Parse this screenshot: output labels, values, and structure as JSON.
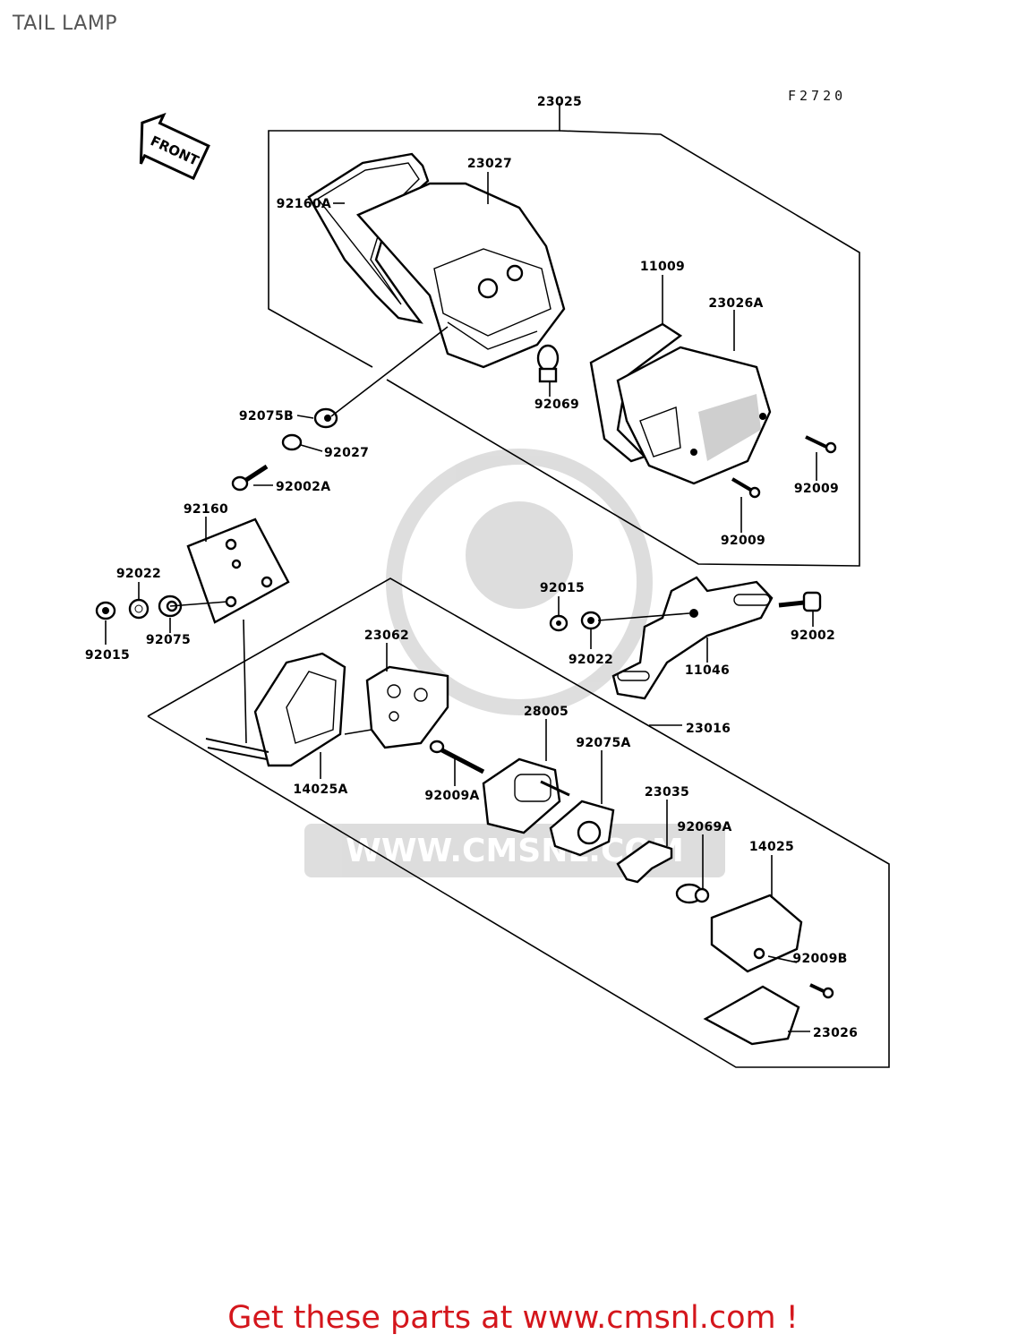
{
  "page": {
    "title": "TAIL LAMP",
    "figure_code": "F2720",
    "footer": "Get these parts at www.cmsnl.com !",
    "front_arrow": "FRONT",
    "watermark": "WWW.CMSNL.COM",
    "accent_color": "#d4161c"
  },
  "labels": {
    "p23025": "23025",
    "p23027": "23027",
    "p92160A": "92160A",
    "p11009": "11009",
    "p23026A": "23026A",
    "p92069": "92069",
    "p92075B": "92075B",
    "p92027": "92027",
    "p92002A": "92002A",
    "p92009_right": "92009",
    "p92009_bottom": "92009",
    "p92160": "92160",
    "p92022_left": "92022",
    "p92015_left": "92015",
    "p92075": "92075",
    "p92015_right": "92015",
    "p92022_right": "92022",
    "p11046": "11046",
    "p92002": "92002",
    "p23062": "23062",
    "p28005": "28005",
    "p23016": "23016",
    "p92075A": "92075A",
    "p14025A": "14025A",
    "p92009A": "92009A",
    "p23035": "23035",
    "p92069A": "92069A",
    "p14025": "14025",
    "p92009B": "92009B",
    "p23026": "23026"
  }
}
